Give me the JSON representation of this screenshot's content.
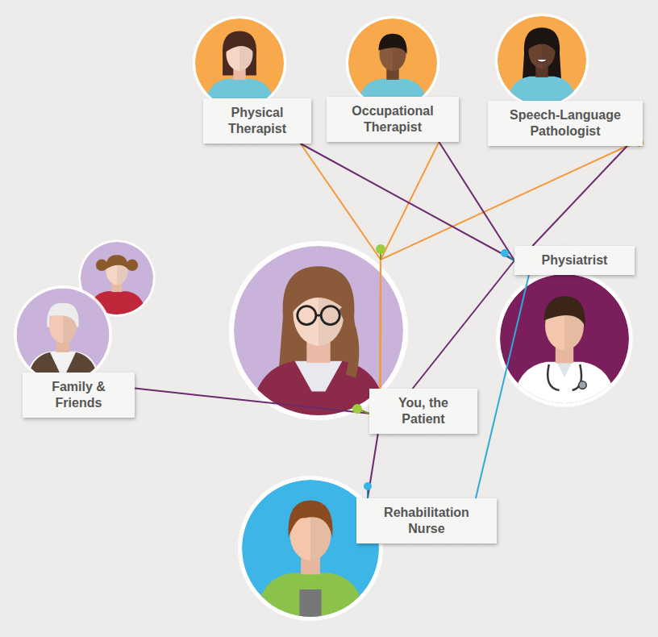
{
  "diagram": {
    "nodes": [
      {
        "text": [
          "Physical Therapist"
        ]
      },
      {
        "text": [
          "Occupational Therapist"
        ]
      },
      {
        "text": [
          "Speech-Language Pathologist"
        ]
      },
      {
        "text": [
          "Physiatrist"
        ]
      },
      {
        "text": [
          "Family & Friends"
        ]
      },
      {
        "text": [
          "You, the Patient"
        ]
      },
      {
        "text": [
          "Rehabilitation Nurse"
        ]
      }
    ],
    "edges": [
      {
        "from": 0,
        "to": 5,
        "arrow": "none"
      },
      {
        "from": 1,
        "to": 5,
        "arrow": "none"
      },
      {
        "from": 2,
        "to": 5,
        "arrow": "none"
      },
      {
        "from": 0,
        "to": 3,
        "arrow": "none"
      },
      {
        "from": 1,
        "to": 3,
        "arrow": "none"
      },
      {
        "from": 2,
        "to": 3,
        "arrow": "none"
      },
      {
        "from": 3,
        "to": 5,
        "arrow": "none"
      },
      {
        "from": 3,
        "to": 6,
        "arrow": "none"
      },
      {
        "from": 4,
        "to": 5,
        "arrow": "none"
      },
      {
        "from": 5,
        "to": 6,
        "arrow": "none"
      }
    ]
  }
}
